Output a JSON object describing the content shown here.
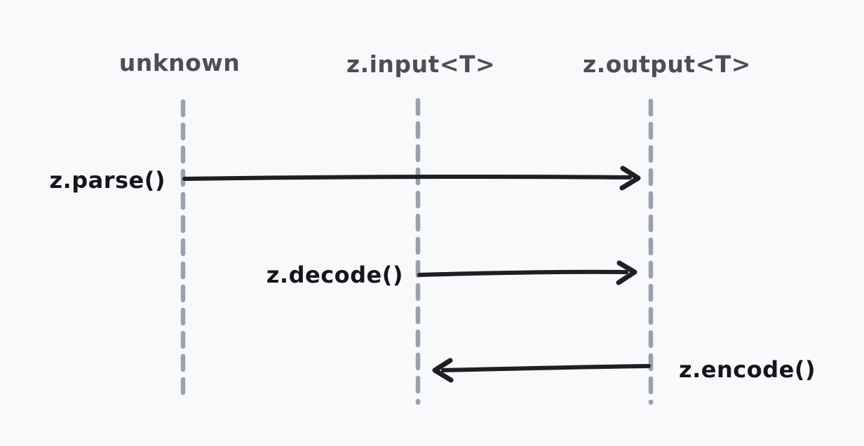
{
  "diagram": {
    "type": "sequence",
    "background_color": "#f8f9fb",
    "lifeline_color": "#9aa1ad",
    "actor_label_color": "#4b4e54",
    "arrow_color": "#1d1f22",
    "message_label_color": "#141619",
    "actors": [
      {
        "label": "unknown"
      },
      {
        "label": "z.input<T>"
      },
      {
        "label": "z.output<T>"
      }
    ],
    "messages": [
      {
        "label": "z.parse()",
        "from": "unknown",
        "to": "z.output<T>",
        "direction": "right"
      },
      {
        "label": "z.decode()",
        "from": "z.input<T>",
        "to": "z.output<T>",
        "direction": "right"
      },
      {
        "label": "z.encode()",
        "from": "z.output<T>",
        "to": "z.input<T>",
        "direction": "left"
      }
    ]
  }
}
